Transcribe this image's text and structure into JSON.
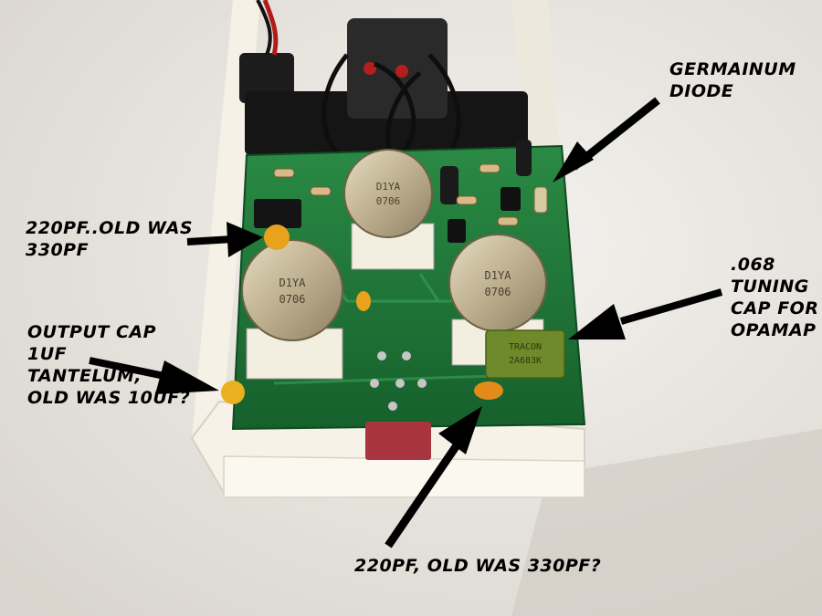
{
  "annotations": {
    "germanium_diode": [
      "GERMAINUM",
      "DIODE"
    ],
    "cap_220pf_left": [
      "220PF..OLD WAS",
      "330PF"
    ],
    "output_cap": [
      "OUTPUT CAP",
      "1UF",
      "TANTELUM,",
      "OLD WAS 10UF?"
    ],
    "tuning_cap": [
      ".068",
      "TUNING",
      "CAP FOR",
      "OPAMAP"
    ],
    "cap_220pf_bottom": [
      "220PF, OLD WAS 330PF?"
    ]
  },
  "pot_markings": [
    "D1YA",
    "0706"
  ],
  "tuning_cap_markings": [
    "TRACON",
    "2A683K"
  ],
  "colors": {
    "background": "#e9e6e1",
    "enclosure": "#f3efe3",
    "pcb": "#1f7a3a",
    "pot_metal": "#bdb39a",
    "tuning_cap": "#6f8a2a",
    "ceramic_cap": "#e8a21c",
    "arrow": "#000000"
  }
}
